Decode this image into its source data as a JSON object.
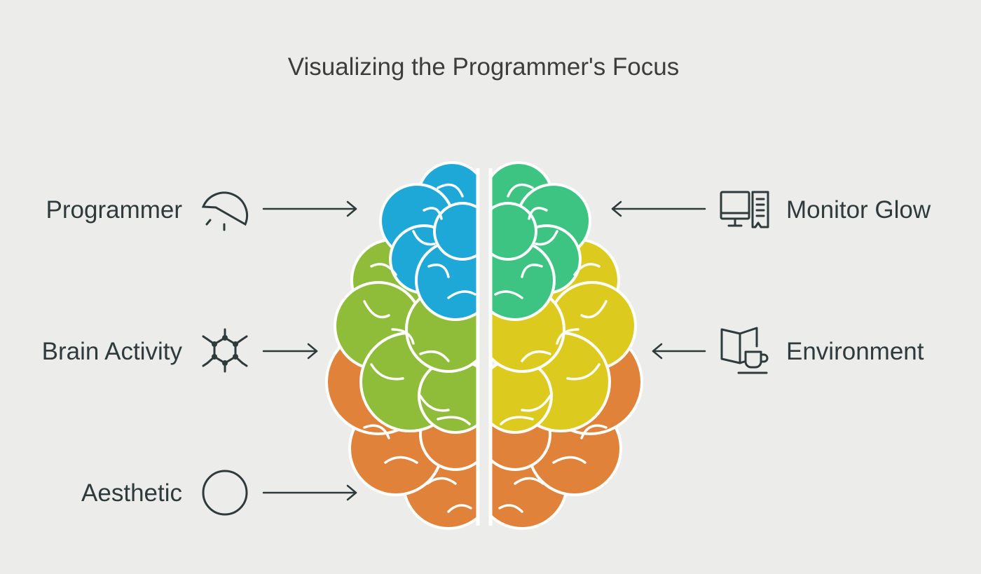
{
  "title": "Visualizing the Programmer's Focus",
  "left_items": [
    {
      "label": "Programmer",
      "icon": "gauge-icon",
      "color": "#1ea8d8"
    },
    {
      "label": "Brain Activity",
      "icon": "molecule-icon",
      "color": "#8fbd3a"
    },
    {
      "label": "Aesthetic",
      "icon": "circle-icon",
      "color": "#e0823a"
    }
  ],
  "right_items": [
    {
      "label": "Monitor Glow",
      "icon": "monitor-icon",
      "color": "#3dc382"
    },
    {
      "label": "Environment",
      "icon": "book-and-cup-icon",
      "color": "#dccb1e"
    }
  ],
  "colors": {
    "background": "#ececeb",
    "text": "#2f3a3c",
    "blue": "#1ea8d8",
    "teal": "#3dc382",
    "green": "#8fbd3a",
    "yellow": "#dccb1e",
    "orange": "#e0823a"
  }
}
